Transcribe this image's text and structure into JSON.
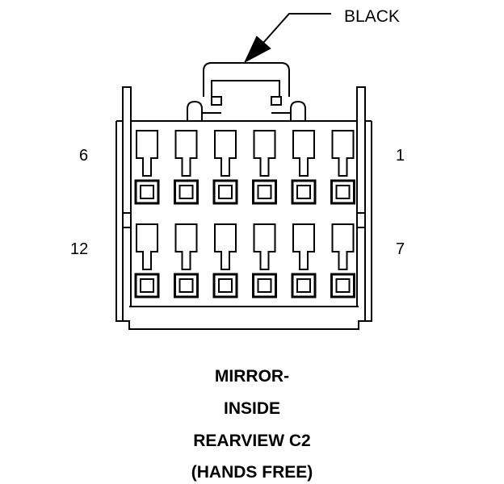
{
  "callout": {
    "label": "BLACK"
  },
  "pin_labels": {
    "top_left": "6",
    "top_right": "1",
    "bottom_left": "12",
    "bottom_right": "7"
  },
  "caption": {
    "line1": "MIRROR-",
    "line2": "INSIDE",
    "line3": "REARVIEW C2",
    "line4": "(HANDS FREE)"
  },
  "connector": {
    "rows": 2,
    "pins_per_row": 6,
    "color": "#000000"
  }
}
